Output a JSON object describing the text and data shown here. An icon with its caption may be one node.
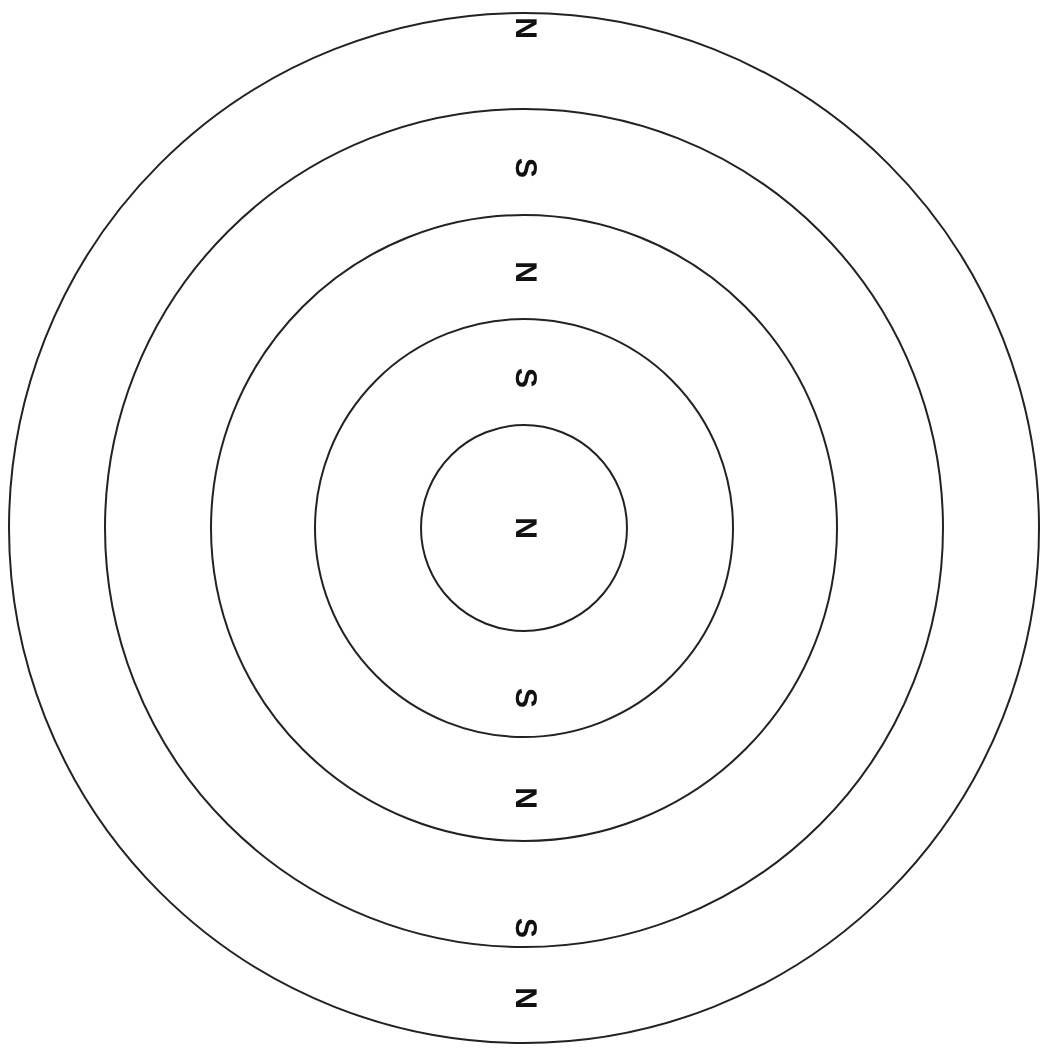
{
  "diagram": {
    "nodes": [
      {
        "text": [
          "N",
          "N"
        ]
      },
      {
        "text": [
          "S",
          "S"
        ],
        "in": 0
      },
      {
        "text": [
          "N",
          "N"
        ],
        "in": 1
      },
      {
        "text": [
          "S",
          "S"
        ],
        "in": 2
      },
      {
        "text": [
          "N"
        ],
        "in": 3
      }
    ]
  }
}
